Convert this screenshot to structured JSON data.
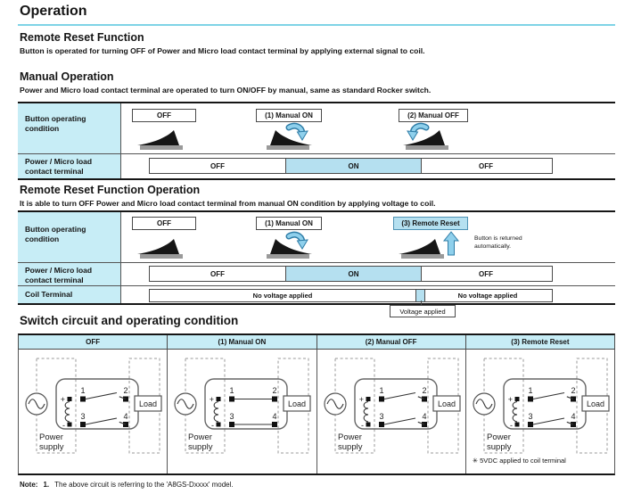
{
  "page": {
    "title": "Operation",
    "note": {
      "label": "Note:",
      "number": "1.",
      "text": "The above circuit is referring to the 'A8GS-Dxxxx' model."
    }
  },
  "remote_reset_function": {
    "heading": "Remote Reset Function",
    "description": "Button is operated for turning OFF of Power and Micro load contact terminal by applying external signal to coil."
  },
  "manual_operation": {
    "heading": "Manual Operation",
    "description": "Power and Micro load contact terminal are operated to turn ON/OFF by manual, same as standard Rocker switch.",
    "table": {
      "button_row_label": "Button operating condition",
      "contact_row_label": "Power / Micro load contact terminal",
      "states": [
        "OFF",
        "(1) Manual ON",
        "(2) Manual OFF"
      ],
      "contact_segments": [
        "OFF",
        "ON",
        "OFF"
      ]
    }
  },
  "remote_reset_operation": {
    "heading": "Remote Reset Function Operation",
    "description": "It is able to turn OFF Power and Micro load contact terminal from manual ON condition by applying voltage to coil.",
    "table": {
      "button_row_label": "Button operating condition",
      "contact_row_label": "Power / Micro load contact terminal",
      "coil_row_label": "Coil Terminal",
      "states": [
        "OFF",
        "(1) Manual ON",
        "(3) Remote Reset"
      ],
      "button_return_note": "Button is returned automatically.",
      "contact_segments": [
        "OFF",
        "ON",
        "OFF"
      ],
      "coil_segments": [
        "No voltage applied",
        "No voltage applied"
      ],
      "voltage_applied_label": "Voltage applied"
    }
  },
  "switch_circuit": {
    "heading": "Switch circuit and operating condition",
    "columns": [
      "OFF",
      "(1) Manual ON",
      "(2) Manual OFF",
      "(3) Remote Reset"
    ],
    "power_supply_line1": "Power",
    "power_supply_line2": "supply",
    "load_label": "Load",
    "terminals": {
      "plus": "+",
      "minus": "-",
      "t1": "1",
      "t2": "2",
      "t3": "3",
      "t4": "4"
    },
    "coil_voltage_note": "✳ 5VDC applied to coil terminal"
  },
  "colors": {
    "cyan_fill": "#c7edf6",
    "blue_fill": "#b5e0f0",
    "accent_rule": "#7fd3e6",
    "arrow_blue": "#8fd0ec",
    "arrow_outline": "#2e7ca6"
  }
}
